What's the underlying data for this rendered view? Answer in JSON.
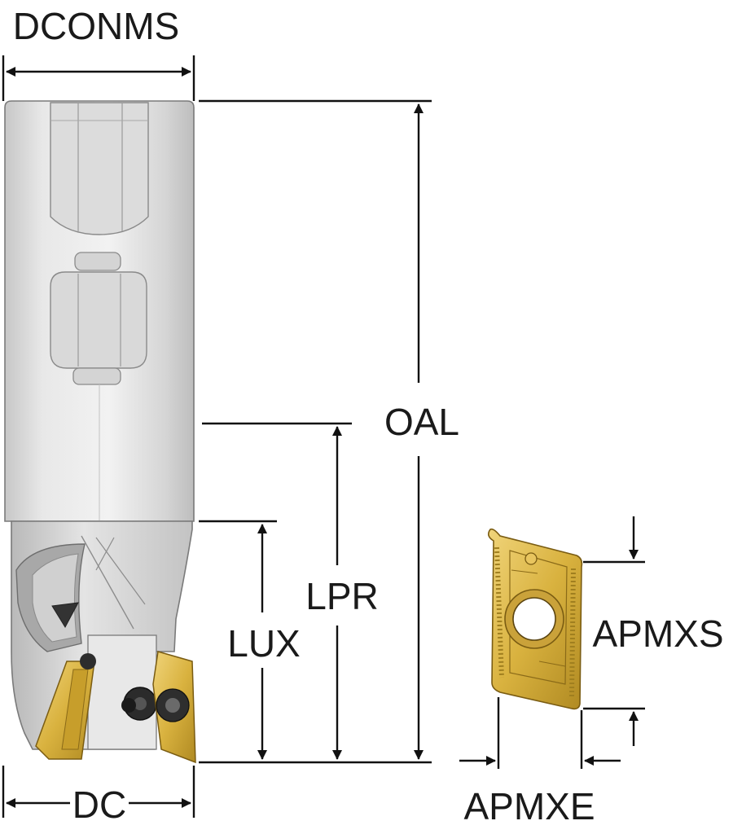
{
  "diagram": {
    "labels": {
      "dconms": "DCONMS",
      "oal": "OAL",
      "lpr": "LPR",
      "lux": "LUX",
      "dc": "DC",
      "apmxs": "APMXS",
      "apmxe": "APMXE"
    },
    "colors": {
      "body_light": "#e6e6e6",
      "body_mid": "#c9c9c9",
      "body_dark": "#9d9d9d",
      "outline": "#6e6e6e",
      "insert_gold": "#d9b23f",
      "insert_dark": "#a07f1f",
      "dimension_line": "#111111"
    }
  }
}
